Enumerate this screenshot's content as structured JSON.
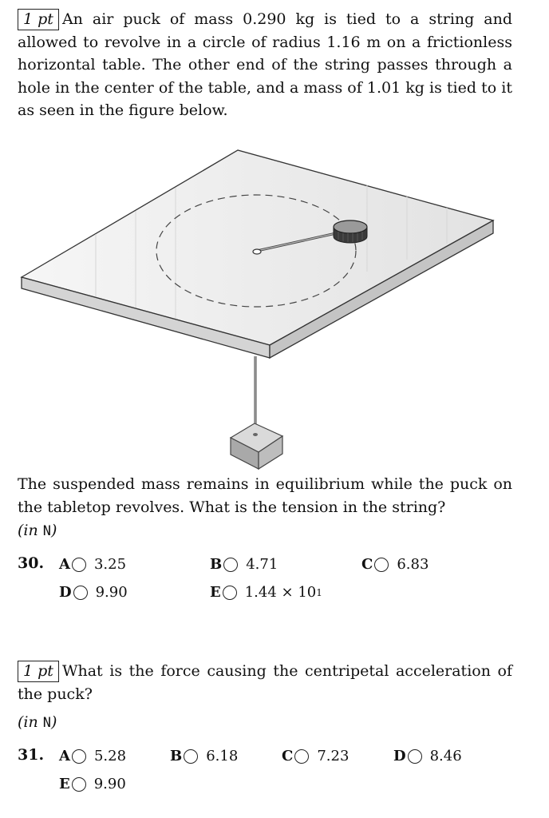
{
  "q30": {
    "points": "1 pt",
    "text": "An air puck of mass 0.290 kg is tied to a string and allowed to revolve in a circle of radius 1.16 m on a frictionless horizontal table. The other end of the string passes through a hole in the center of the table, and a mass of 1.01 kg is tied to it as seen in the figure below.",
    "question": "The suspended mass remains in equilibrium while the puck on the tabletop revolves. What is the tension in the string?",
    "unit_prefix": "(in ",
    "unit": "N",
    "unit_suffix": ")",
    "number": "30.",
    "choices": [
      {
        "letter": "A",
        "value": "3.25"
      },
      {
        "letter": "B",
        "value": "4.71"
      },
      {
        "letter": "C",
        "value": "6.83"
      },
      {
        "letter": "D",
        "value": "9.90"
      },
      {
        "letter": "E",
        "value": "1.44 × 10",
        "exp": "1"
      }
    ]
  },
  "q31": {
    "points": "1 pt",
    "text": "What is the force causing the centripetal acceleration of the puck?",
    "unit_prefix": "(in ",
    "unit": "N",
    "unit_suffix": ")",
    "number": "31.",
    "choices": [
      {
        "letter": "A",
        "value": "5.28"
      },
      {
        "letter": "B",
        "value": "6.18"
      },
      {
        "letter": "C",
        "value": "7.23"
      },
      {
        "letter": "D",
        "value": "8.46"
      },
      {
        "letter": "E",
        "value": "9.90"
      }
    ]
  },
  "colors": {
    "table_top": "#eeeeee",
    "table_edge": "#cfcfcf",
    "stroke": "#333333",
    "block": "#b8b8b8"
  }
}
